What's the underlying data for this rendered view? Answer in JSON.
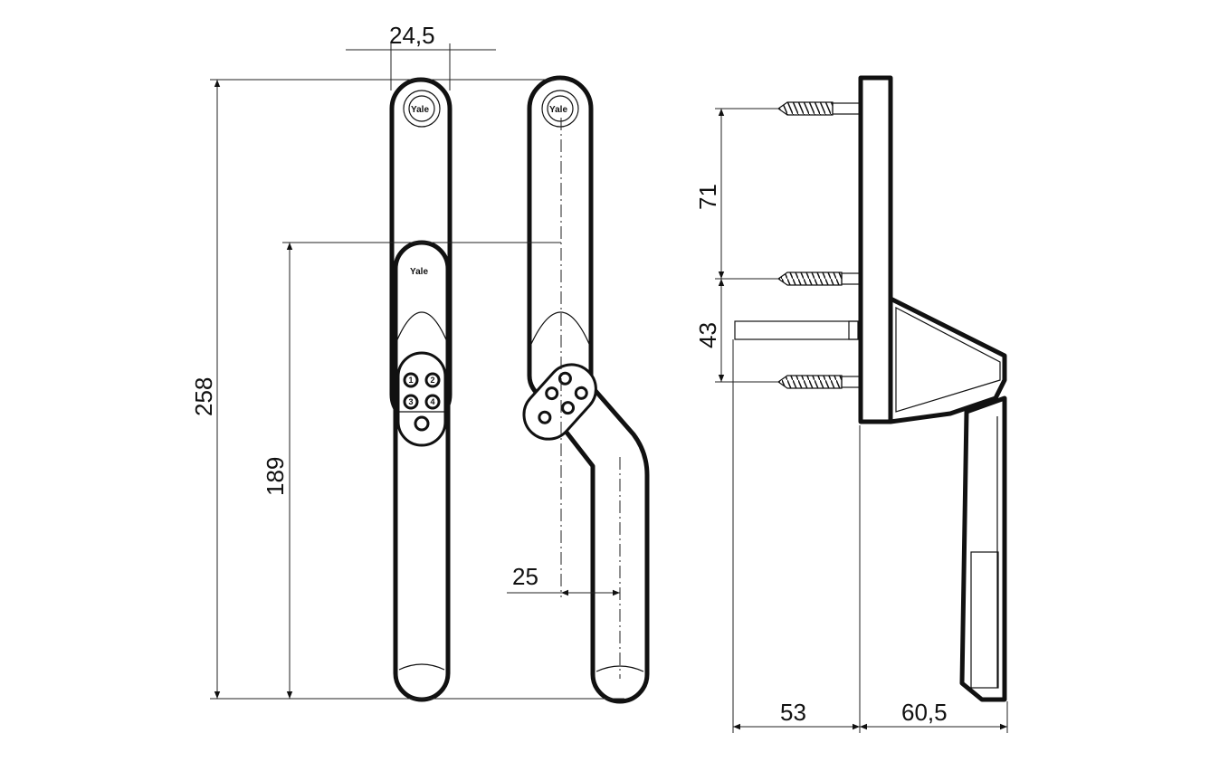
{
  "dimensions": {
    "top_width": "24,5",
    "total_height": "258",
    "lower_height": "189",
    "offset": "25",
    "screw_spacing_upper": "71",
    "screw_spacing_lower": "43",
    "depth_back": "53",
    "depth_front": "60,5"
  },
  "logo": "Yale",
  "keypad": {
    "keys": [
      "1",
      "2",
      "3",
      "4"
    ]
  },
  "colors": {
    "line": "#111111",
    "background": "#ffffff"
  }
}
